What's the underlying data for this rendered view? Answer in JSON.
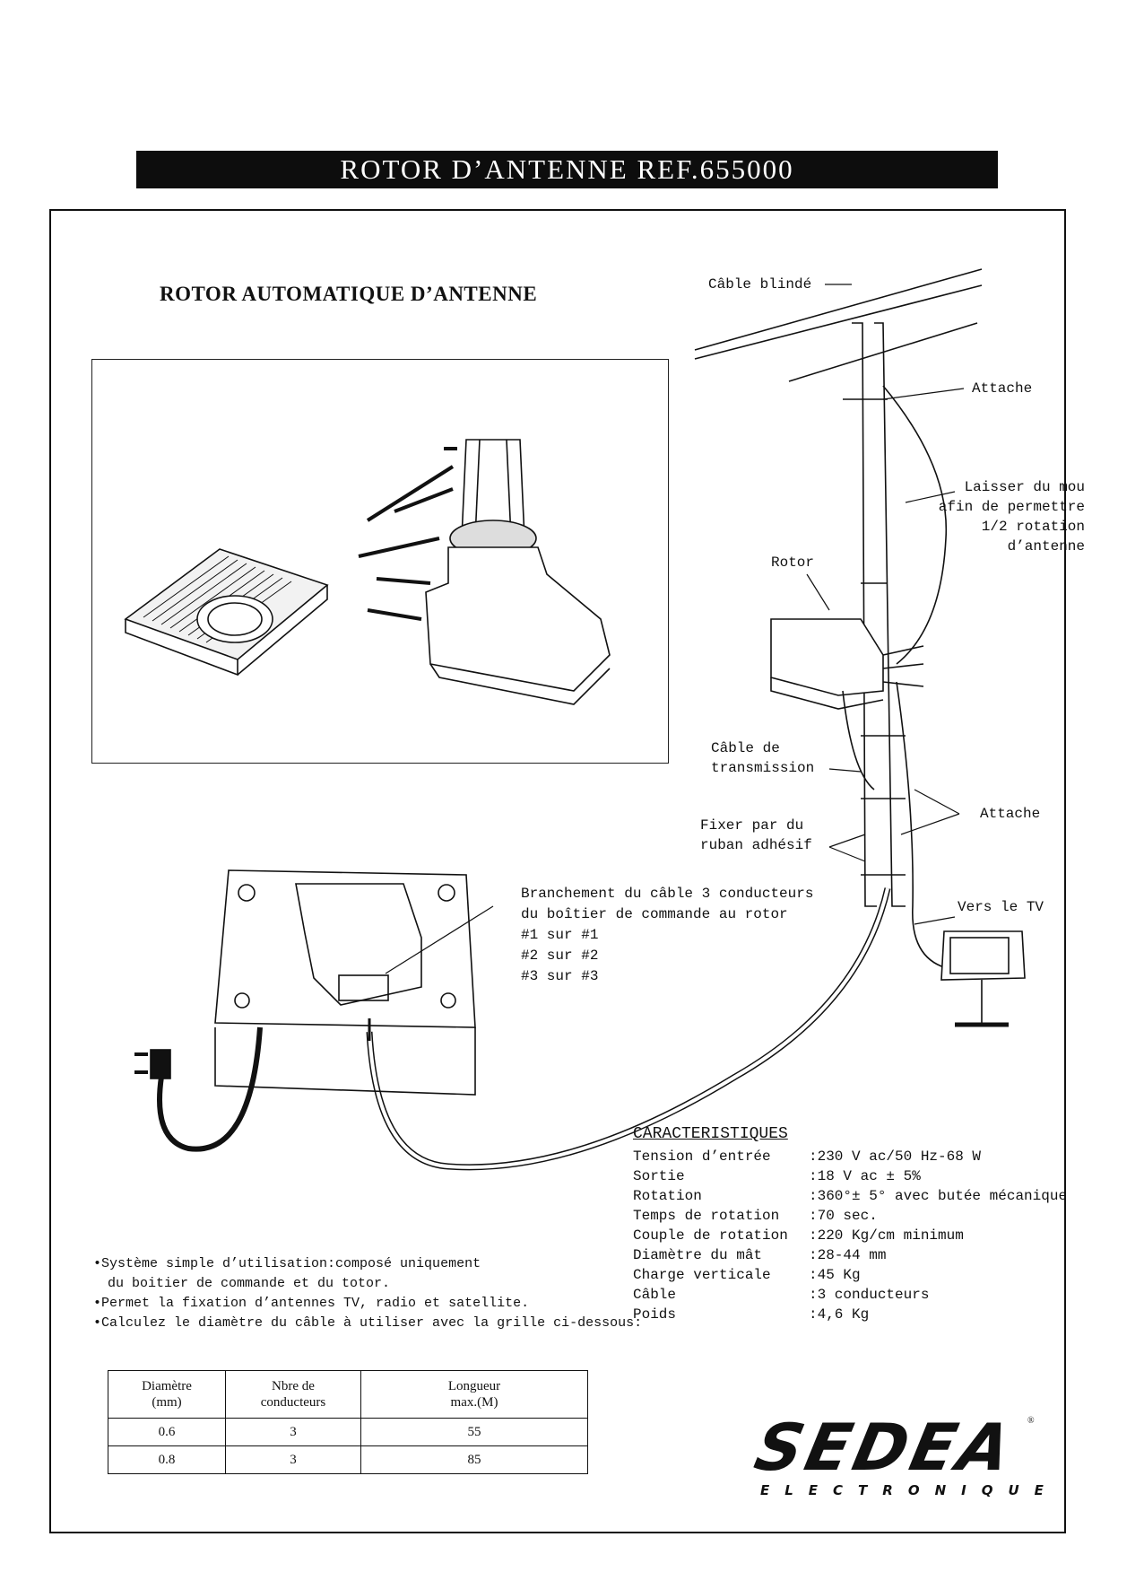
{
  "header": {
    "title": "ROTOR D’ANTENNE REF.655000"
  },
  "subtitle": "ROTOR AUTOMATIQUE D’ANTENNE",
  "diagram": {
    "labels": {
      "cable_blinde": "Câble blindé",
      "attache_top": "Attache",
      "laisser": [
        "Laisser du mou",
        "afin de permettre",
        "1/2 rotation",
        "d’antenne"
      ],
      "rotor": "Rotor",
      "cable_transmission": [
        "Câble de",
        "transmission"
      ],
      "attache_mid": "Attache",
      "fixer": [
        "Fixer par du",
        "ruban adhésif"
      ],
      "vers_tv": "Vers le TV"
    },
    "branchement": [
      "Branchement du câble 3 conducteurs",
      "du boîtier de commande au rotor",
      "#1 sur #1",
      "#2 sur #2",
      "#3 sur #3"
    ]
  },
  "specs": {
    "title": "CARACTERISTIQUES",
    "rows": [
      {
        "k": "Tension d’entrée",
        "v": ":230 V ac/50 Hz-68 W"
      },
      {
        "k": "Sortie",
        "v": ":18 V ac ± 5%"
      },
      {
        "k": "Rotation",
        "v": ":360°± 5° avec butée mécanique"
      },
      {
        "k": "Temps de rotation",
        "v": ":70 sec."
      },
      {
        "k": "Couple de rotation",
        "v": ":220 Kg/cm minimum"
      },
      {
        "k": "Diamètre du mât",
        "v": ":28-44 mm"
      },
      {
        "k": "Charge verticale",
        "v": ":45 Kg"
      },
      {
        "k": "Câble",
        "v": ":3 conducteurs"
      },
      {
        "k": "Poids",
        "v": ":4,6 Kg"
      }
    ]
  },
  "bullets": [
    "•Système simple d’utilisation:composé uniquement",
    "du boitier de commande et du totor.",
    "•Permet la fixation d’antennes TV, radio et satellite.",
    "•Calculez le diamètre du câble à utiliser avec la grille ci-dessous:"
  ],
  "grid": {
    "headers": [
      [
        "Diamètre",
        "(mm)"
      ],
      [
        "Nbre de",
        "conducteurs"
      ],
      [
        "Longueur",
        "max.(M)"
      ]
    ],
    "rows": [
      [
        "0.6",
        "3",
        "55"
      ],
      [
        "0.8",
        "3",
        "85"
      ]
    ]
  },
  "logo": {
    "name": "SEDEA",
    "sub": "ELECTRONIQUE",
    "reg": "®"
  }
}
